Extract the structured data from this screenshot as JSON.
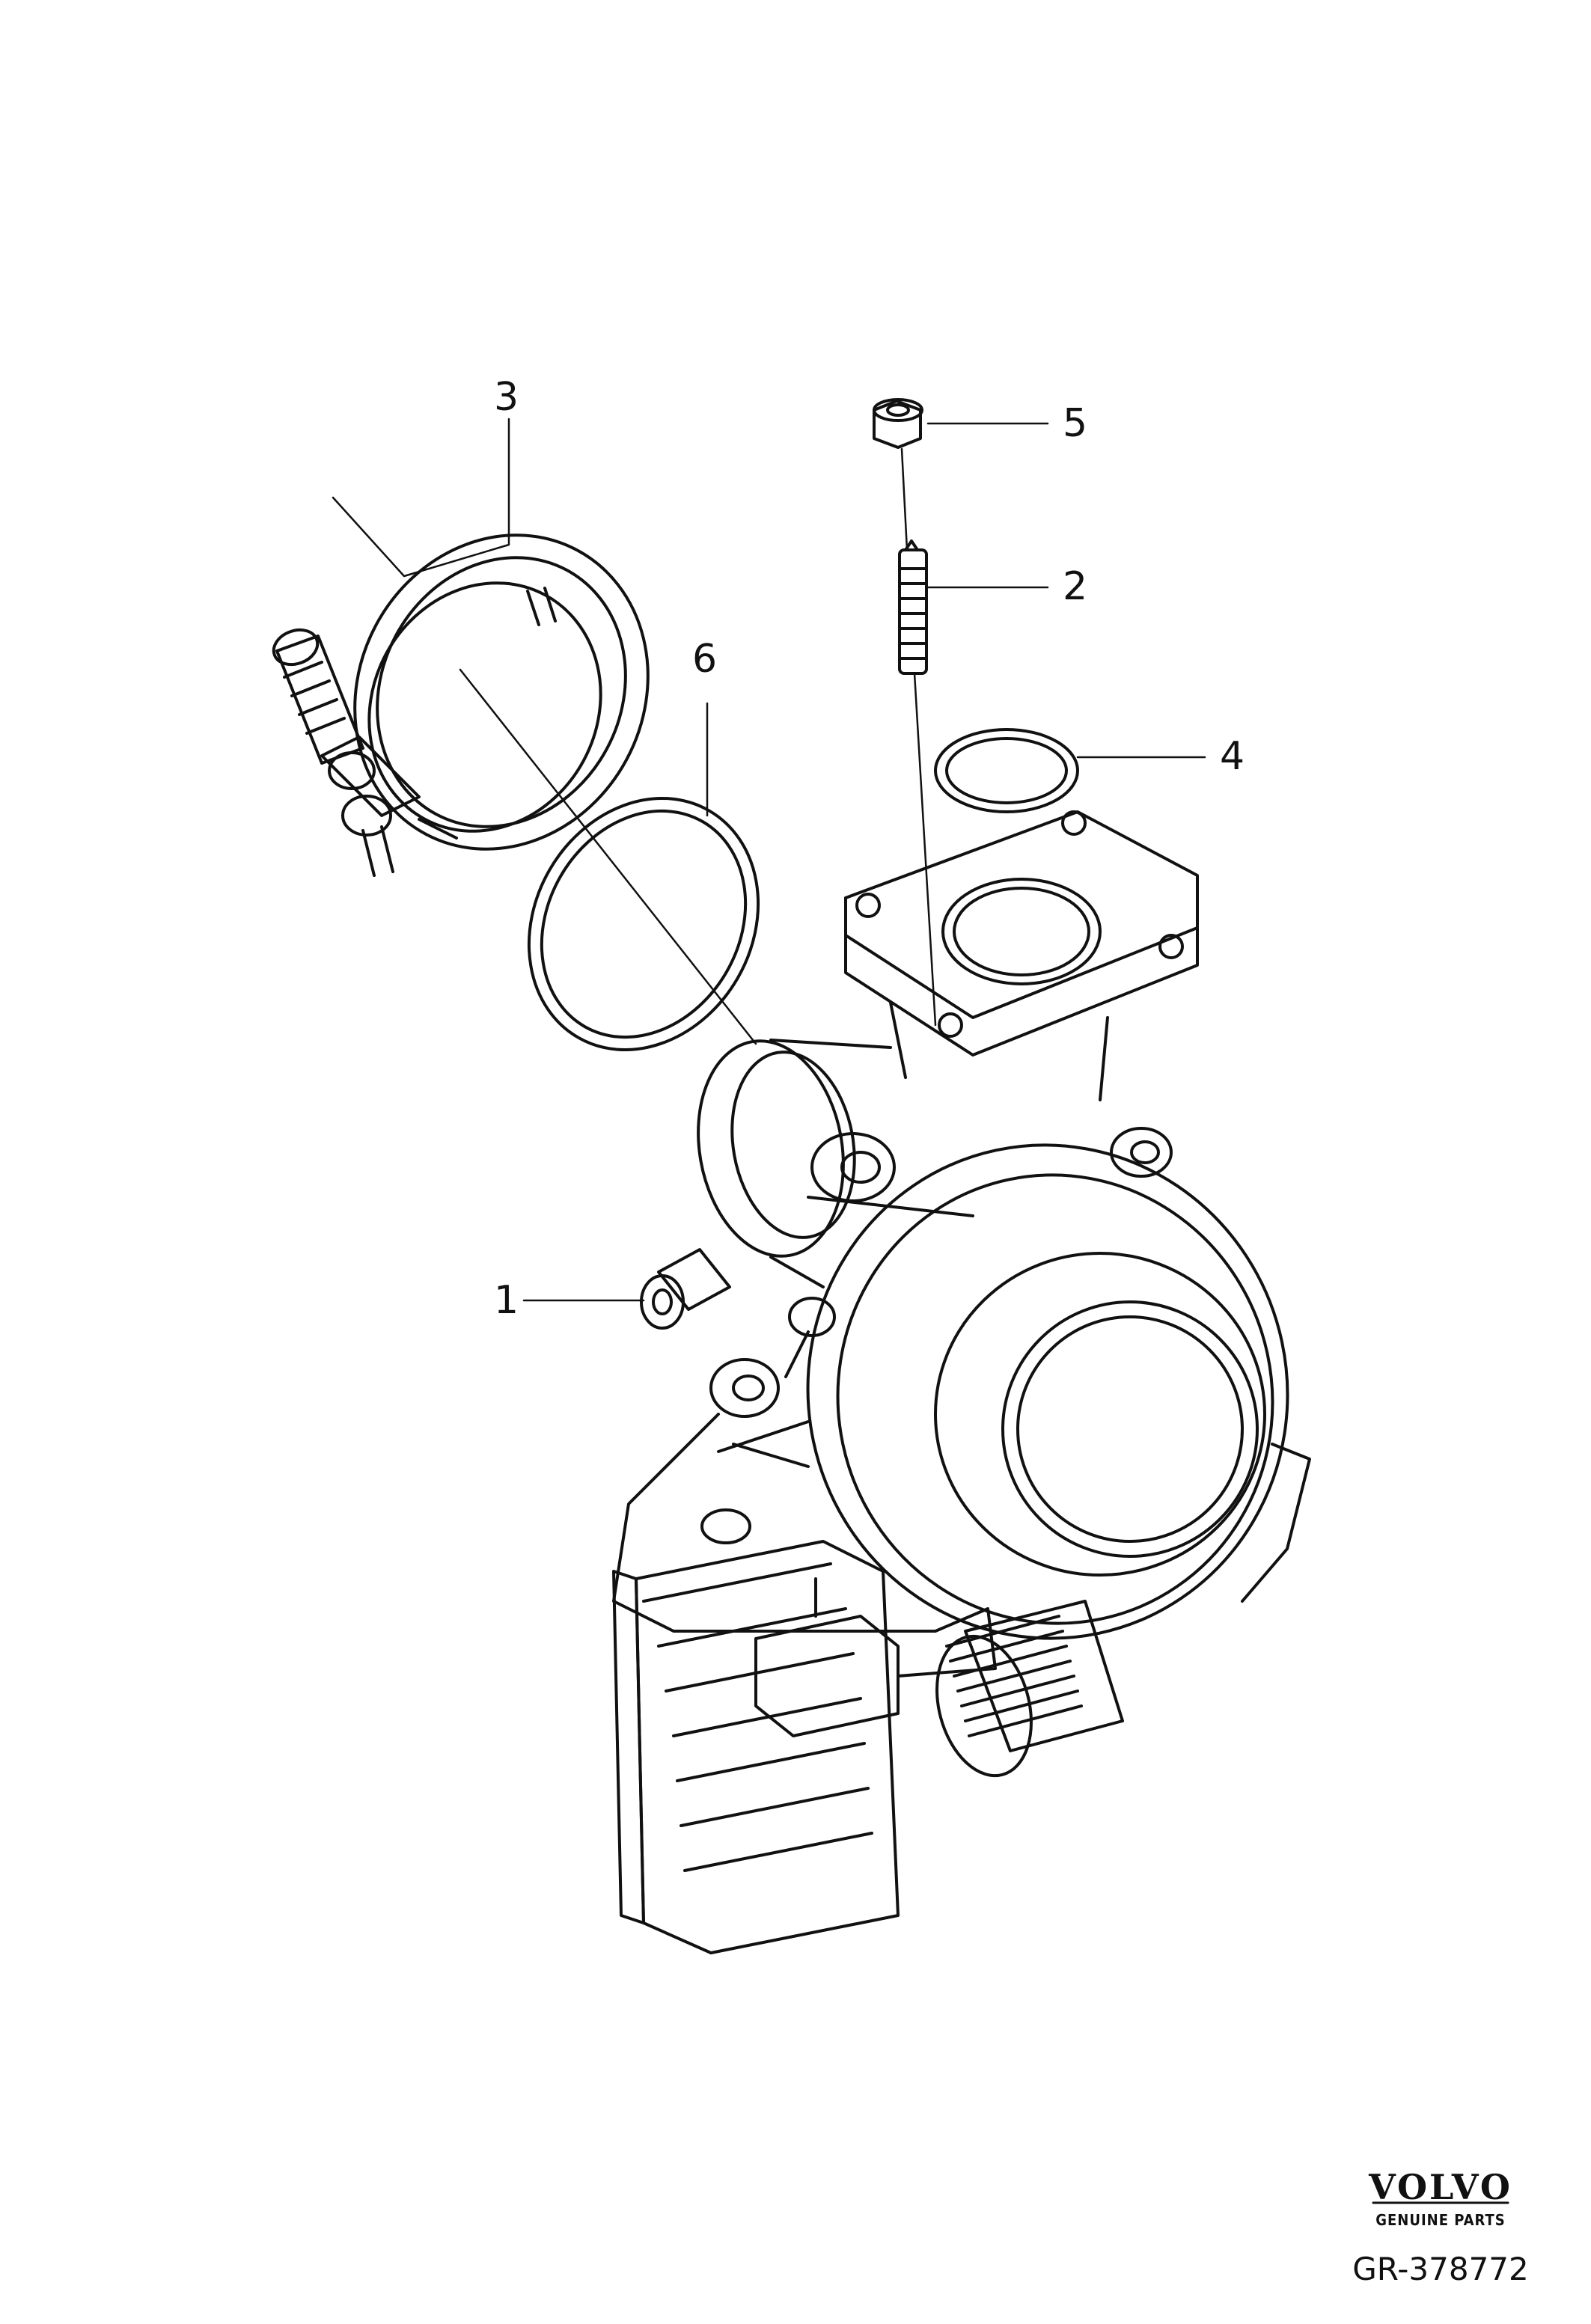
{
  "callouts": {
    "c1": "1",
    "c2": "2",
    "c3": "3",
    "c4": "4",
    "c5": "5",
    "c6": "6"
  },
  "brand": {
    "name": "VOLVO",
    "tagline": "GENUINE PARTS"
  },
  "reference": "GR-378772",
  "line_color": "#111111"
}
